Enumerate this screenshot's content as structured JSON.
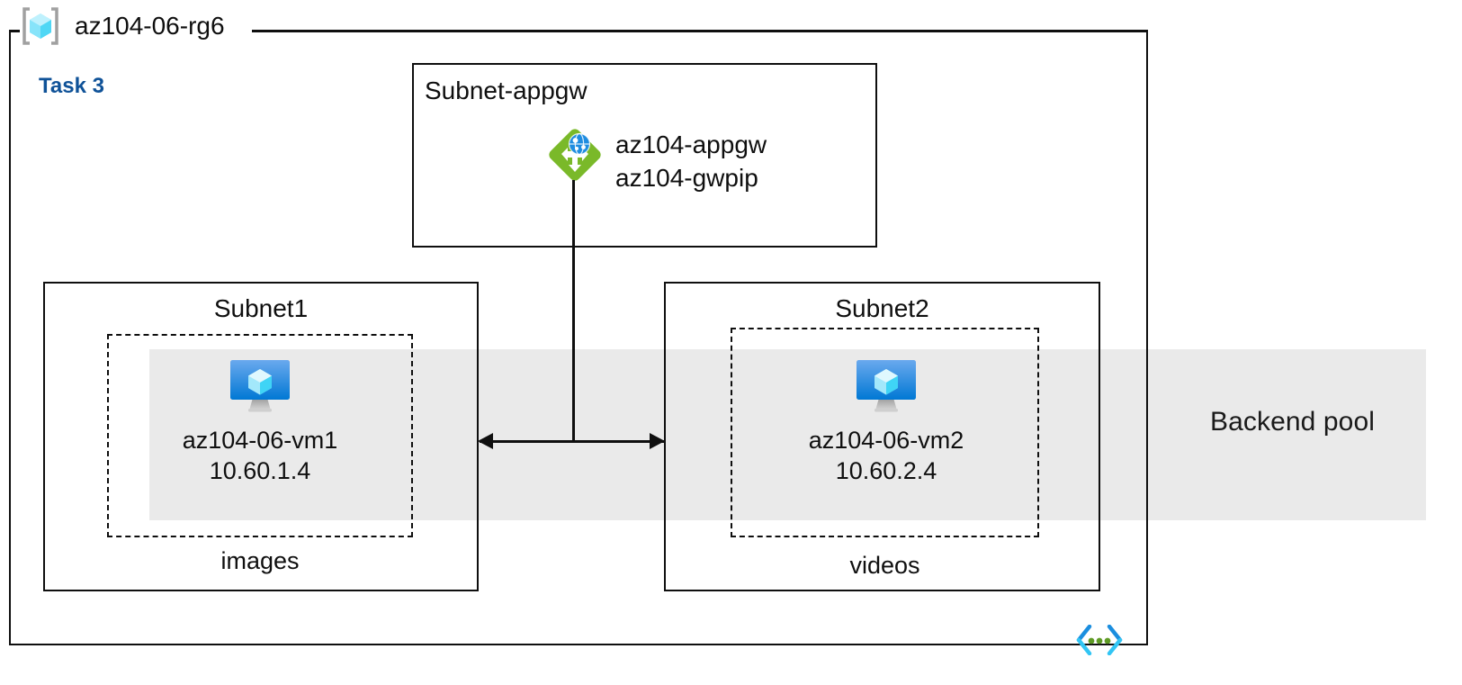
{
  "diagram": {
    "resource_group": {
      "name": "az104-06-rg6",
      "icon": "azure-resource-group-icon"
    },
    "task": {
      "label": "Task 3",
      "color": "#0f5298"
    },
    "backend_pool": {
      "label": "Backend pool",
      "band_color": "#eaeaea"
    },
    "subnets": [
      {
        "title": "Subnet-appgw",
        "resources": [
          {
            "icon": "application-gateway-icon",
            "lines": [
              "az104-appgw",
              "az104-gwpip"
            ]
          }
        ]
      },
      {
        "title": "Subnet1",
        "vm": {
          "icon": "virtual-machine-icon",
          "name": "az104-06-vm1",
          "ip": "10.60.1.4"
        },
        "storage_label": "images"
      },
      {
        "title": "Subnet2",
        "vm": {
          "icon": "virtual-machine-icon",
          "name": "az104-06-vm2",
          "ip": "10.60.2.4"
        },
        "storage_label": "videos"
      }
    ],
    "footer_icon": "template-code-brackets-icon",
    "colors": {
      "line": "#0f0f0f",
      "appgw_green": "#7ab929",
      "vm_blue": "#0078d4",
      "cube_cyan": "#9cebff",
      "code_cyan": "#32c5f4",
      "code_blue": "#1b8edf",
      "code_green": "#5e9a24"
    }
  }
}
